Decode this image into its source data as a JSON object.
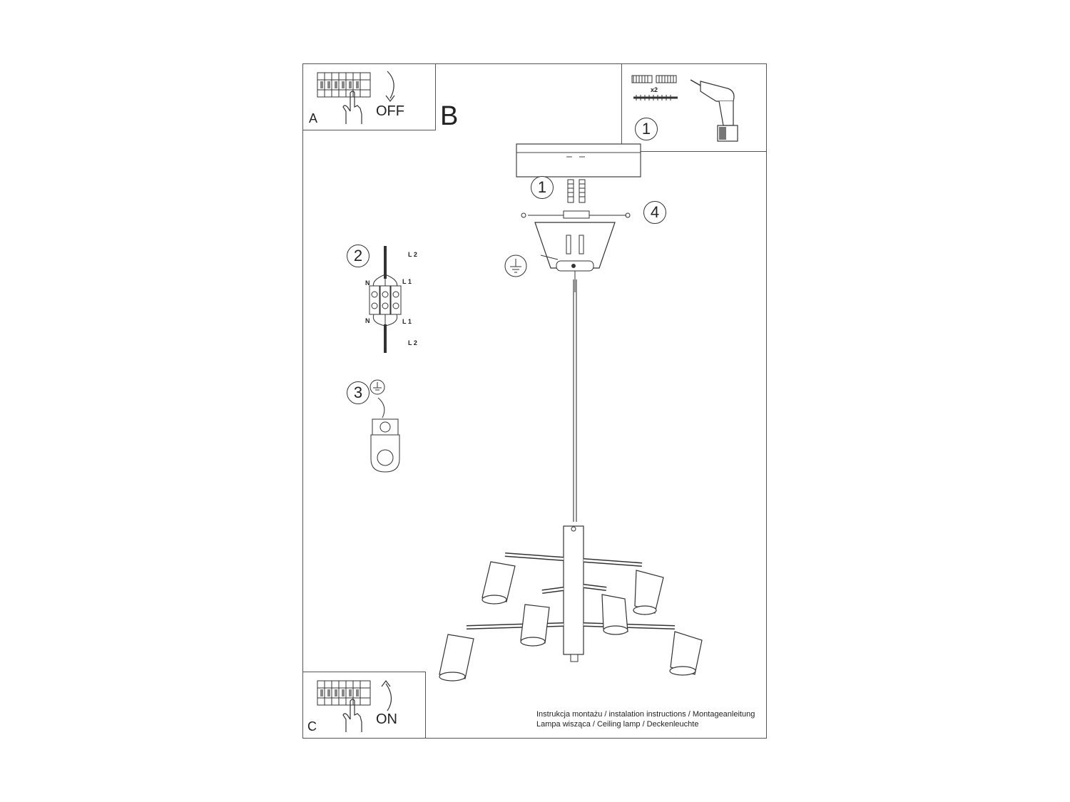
{
  "panels": {
    "a": {
      "letter": "A",
      "label": "OFF"
    },
    "b": {
      "letter": "B"
    },
    "c": {
      "letter": "C",
      "label": "ON"
    }
  },
  "callouts": {
    "tools": "1",
    "dowels": "1",
    "screws": "4",
    "wiring": "2",
    "ground": "3"
  },
  "tools": {
    "quantity": "x2"
  },
  "wiring_labels": {
    "top_l2": "L 2",
    "top_n": "N",
    "top_l1": "L 1",
    "bottom_n": "N",
    "bottom_l1": "L 1",
    "bottom_l2": "L 2"
  },
  "caption": {
    "line1": "Instrukcja montażu / instalation instructions / Montageanleitung",
    "line2": "Lampa wisząca / Ceiling lamp / Deckenleuchte"
  },
  "icons": [
    "circuit-breaker-icon",
    "hand-icon",
    "arrow-down-icon",
    "arrow-up-icon",
    "wall-plug-icon",
    "screw-icon",
    "drill-icon",
    "ground-symbol-icon"
  ]
}
